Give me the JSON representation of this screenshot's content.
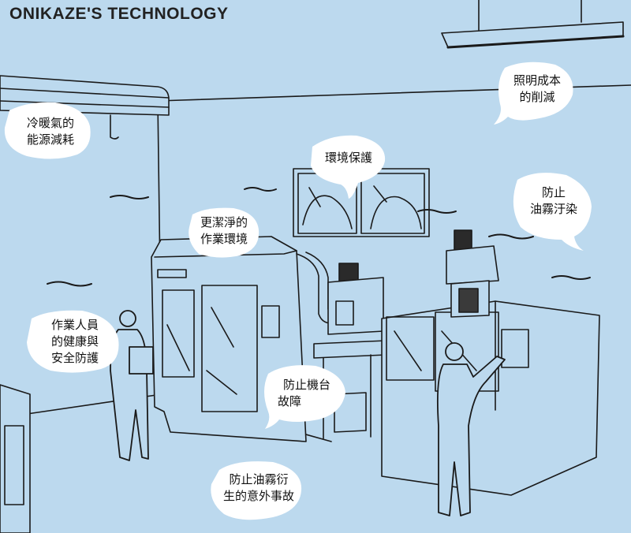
{
  "brand": {
    "logo_text": "ONIKAZE'S TECHNOLOGY"
  },
  "callouts": {
    "heating_cooling": [
      "冷暖氣的",
      "能源減耗"
    ],
    "environment_protection": [
      "環境保護"
    ],
    "lighting_cost": [
      "照明成本",
      "的削減"
    ],
    "cleaner_workplace": [
      "更潔淨的",
      "作業環境"
    ],
    "oil_mist_pollution": [
      "防止",
      "油霧汙染"
    ],
    "worker_safety": [
      "作業人員",
      "的健康與",
      "安全防護"
    ],
    "machine_failure": [
      "防止機台",
      "故障"
    ],
    "mist_accidents": [
      "防止油霧衍",
      "生的意外事故"
    ]
  },
  "colors": {
    "background": "#bcd9ee",
    "line": "#1a1a1a",
    "bubble": "#ffffff"
  }
}
